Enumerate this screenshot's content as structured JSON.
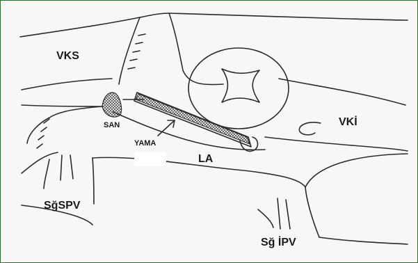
{
  "labels": {
    "vks": "VKS",
    "vki": "VKİ",
    "san": "SAN",
    "yama": "YAMA",
    "la": "LA",
    "sg_spv": "SğSPV",
    "sg_ipv": "Sğ İPV"
  },
  "colors": {
    "ink": "#2a2a2a",
    "frame": "#2e6b2e",
    "paper": "#f7f7f5"
  }
}
